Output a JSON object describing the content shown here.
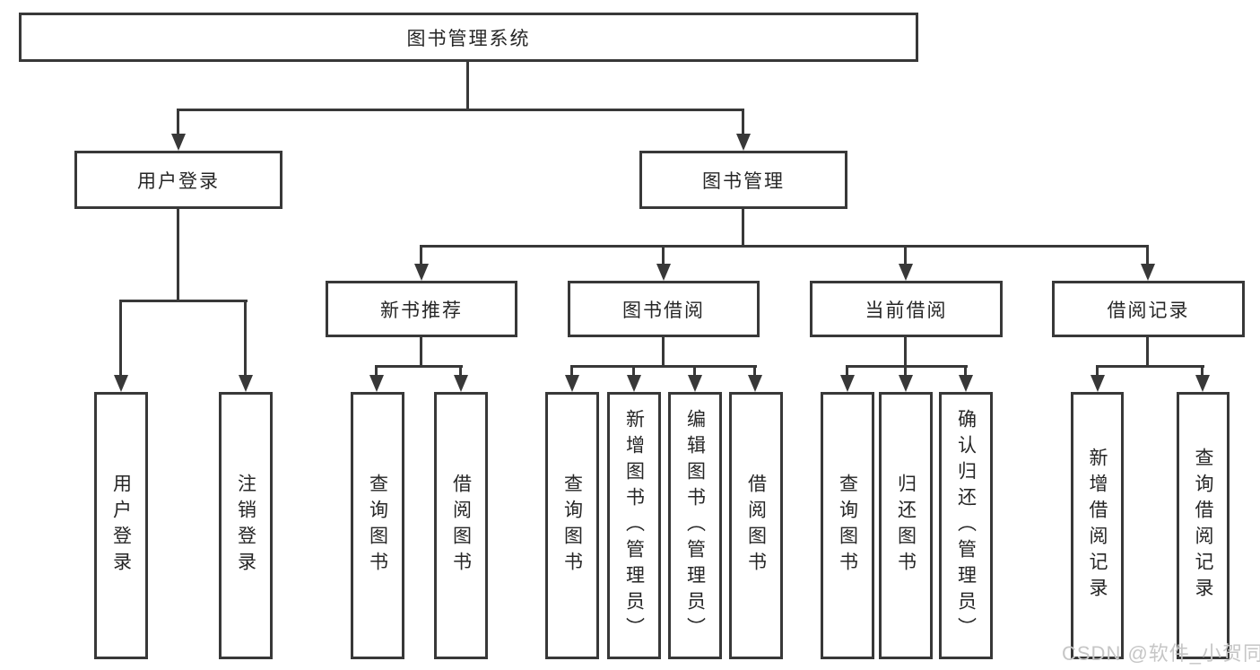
{
  "diagram": {
    "title": "图书管理系统",
    "nodes": {
      "root": {
        "label": "图书管理系统"
      },
      "user_login": {
        "label": "用户登录"
      },
      "book_management": {
        "label": "图书管理"
      },
      "new_book_recommend": {
        "label": "新书推荐"
      },
      "book_borrowing": {
        "label": "图书借阅"
      },
      "current_borrowing": {
        "label": "当前借阅"
      },
      "borrowing_records": {
        "label": "借阅记录"
      },
      "leaves": [
        {
          "label": "用户登录"
        },
        {
          "label": "注销登录"
        },
        {
          "label": "查询图书"
        },
        {
          "label": "借阅图书"
        },
        {
          "label": "查询图书"
        },
        {
          "label": "新增图书（管理员）"
        },
        {
          "label": "编辑图书（管理员）"
        },
        {
          "label": "借阅图书"
        },
        {
          "label": "查询图书"
        },
        {
          "label": "归还图书"
        },
        {
          "label": "确认归还（管理员）"
        },
        {
          "label": "新增借阅记录"
        },
        {
          "label": "查询借阅记录"
        }
      ]
    }
  },
  "watermark": {
    "text": "CSDN @软件_小贺同学"
  },
  "colors": {
    "line": "#383838",
    "text": "#262626",
    "watermark": "#c6c6c6",
    "bg": "#ffffff"
  }
}
